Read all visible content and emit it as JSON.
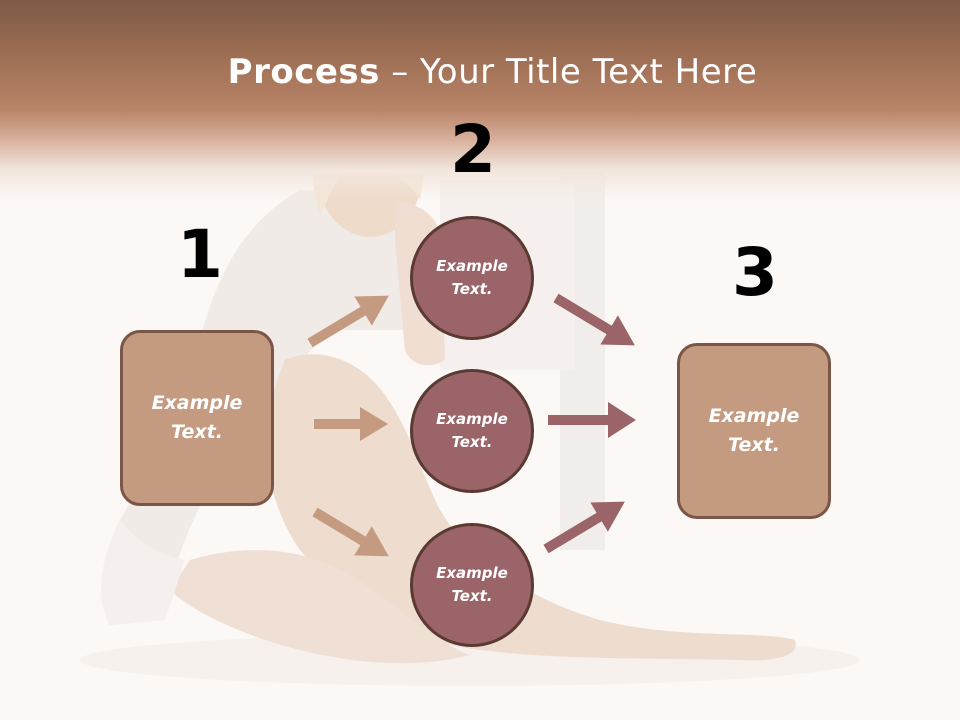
{
  "title": {
    "bold": "Process",
    "dash": " – ",
    "rest": "Your Title Text Here"
  },
  "steps": {
    "one": "1",
    "two": "2",
    "three": "3"
  },
  "left_box": {
    "line1": "Example",
    "line2": "Text."
  },
  "right_box": {
    "line1": "Example",
    "line2": "Text."
  },
  "circles": [
    {
      "line1": "Example",
      "line2": "Text."
    },
    {
      "line1": "Example",
      "line2": "Text."
    },
    {
      "line1": "Example",
      "line2": "Text."
    }
  ],
  "colors": {
    "header": "#9a6c52",
    "box_fill": "#c49a80",
    "box_border": "#7a5647",
    "circle_fill": "#9b6468",
    "circle_border": "#5a3a33",
    "arrow_left": "#c49a80",
    "arrow_right": "#9b6468"
  }
}
